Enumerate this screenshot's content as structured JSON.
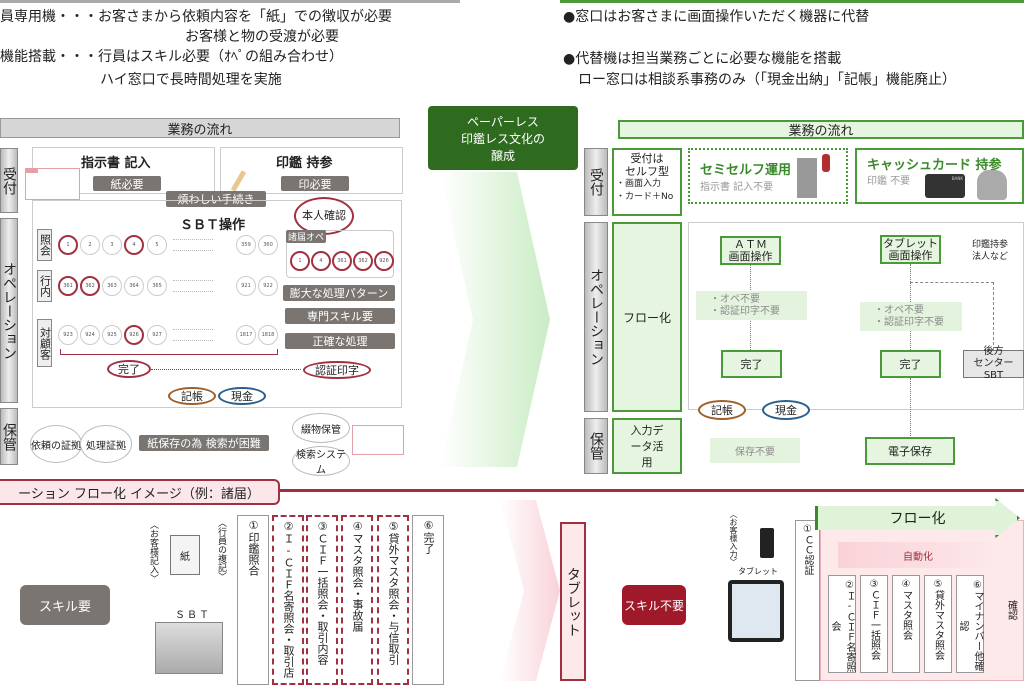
{
  "top_left": {
    "line1": "員専用機・・・お客さまから依頼内容を「紙」での徴収が必要",
    "line2": "お客様と物の受渡が必要",
    "line3": "機能搭載・・・行員はスキル必要（ｵﾍﾟの組み合わせ）",
    "line4": "ハイ窓口で長時間処理を実施"
  },
  "top_right": {
    "line1": "●窓口はお客さまに画面操作いただく機器に代替",
    "line2": "●代替機は担当業務ごとに必要な機能を搭載",
    "line3": "ロー窓口は相談系事務のみ（「現金出納」「記帳」機能廃止）"
  },
  "center": {
    "title_l1": "ペーパーレス",
    "title_l2": "印鑑レス文化の",
    "title_l3": "醸成"
  },
  "left": {
    "header": "業務の流れ",
    "side": {
      "reception": "受付",
      "operation": "オペレーション",
      "storage": "保管"
    },
    "form_title": "指示書 記入",
    "form_tag": "紙必要",
    "seal_title": "印鑑 持参",
    "seal_tag": "印必要",
    "hassle": "煩わしい手続き",
    "identity": "本人確認",
    "sbt": "ＳＢＴ操作",
    "notif_ops": "諸届オペ",
    "rows": [
      {
        "label": "照会",
        "nums": [
          "1",
          "2",
          "3",
          "4",
          "5",
          "359",
          "360"
        ],
        "hl": [
          0,
          3
        ]
      },
      {
        "label": "行内",
        "nums": [
          "361",
          "362",
          "363",
          "364",
          "365",
          "921",
          "922"
        ],
        "hl": [
          0,
          1
        ]
      },
      {
        "label": "対顧客",
        "nums": [
          "923",
          "924",
          "925",
          "926",
          "927",
          "1817",
          "1818"
        ],
        "hl": [
          3
        ]
      }
    ],
    "notif_nums": [
      "1",
      "4",
      "361",
      "362",
      "926"
    ],
    "tags": [
      "膨大な処理パターン",
      "専門スキル要",
      "正確な処理"
    ],
    "done": "完了",
    "cert": "認証印字",
    "passbook": "記帳",
    "cash": "現金",
    "req_evidence": "依頼の証拠",
    "proc_evidence": "処理証拠",
    "paper_issue": "紙保存の為 検索が困難",
    "binder": "綴物保管",
    "search": "検索システム"
  },
  "right": {
    "header": "業務の流れ",
    "side": {
      "reception": "受付",
      "operation": "オペレーション",
      "storage": "保管"
    },
    "col2": {
      "reception_l1": "受付は",
      "reception_l2": "セルフ型",
      "reception_b1": "・画面入力",
      "reception_b2": "・カード＋No",
      "operation": "フロー化",
      "storage": "入力データ活用"
    },
    "semiself": "セミセルフ運用",
    "semiself_sub": "指示書 記入不要",
    "cashcard": "キャッシュカード 持参",
    "cashcard_sub": "印鑑 不要",
    "bank": "BANK",
    "atm_l1": "ＡＴＭ",
    "atm_l2": "画面操作",
    "tablet_l1": "タブレット",
    "tablet_l2": "画面操作",
    "seal_corp_l1": "印鑑持参",
    "seal_corp_l2": "法人など",
    "note1": "・オペ不要",
    "note2": "・認証印字不要",
    "done": "完了",
    "backoffice_l1": "後方",
    "backoffice_l2": "センターSBT",
    "passbook": "記帳",
    "cash": "現金",
    "no_storage": "保存不要",
    "e_storage": "電子保存"
  },
  "bottom": {
    "title": "ーション フロー化 イメージ（例：諸届）",
    "skill_req": "スキル要",
    "customer_entry": "〈お客様記入〉",
    "paper": "紙",
    "staff_copy": "〈行員の複記〉",
    "sbt": "ＳＢＴ",
    "left_cols": [
      "①印鑑照合",
      "②Ｉ-ＣＩＦ名寄照会・取引店",
      "③ＣＩＦ一括照会・取引内容",
      "④マスタ照会・事故届",
      "⑤貸外マスタ照会・与信取引",
      "⑥完了"
    ],
    "tablet_bar": "タブレット",
    "skill_none": "スキル不要",
    "customer_input": "〈お客様入力〉",
    "tablet": "タブレット",
    "cc_auth": "①ＣＣ認証",
    "flow": "フロー化",
    "auto": "自動化",
    "right_cols": [
      "②Ｉ-ＣＩＦ名寄照会",
      "③ＣＩＦ一括照会",
      "④マスタ照会",
      "⑤貸外マスタ照会",
      "⑥マイナンバー他確認"
    ],
    "confirm": "確認"
  },
  "colors": {
    "green": "#4a9a3a",
    "dark_green": "#2e6b1f",
    "red": "#a33040",
    "gray": "#7a7570"
  }
}
